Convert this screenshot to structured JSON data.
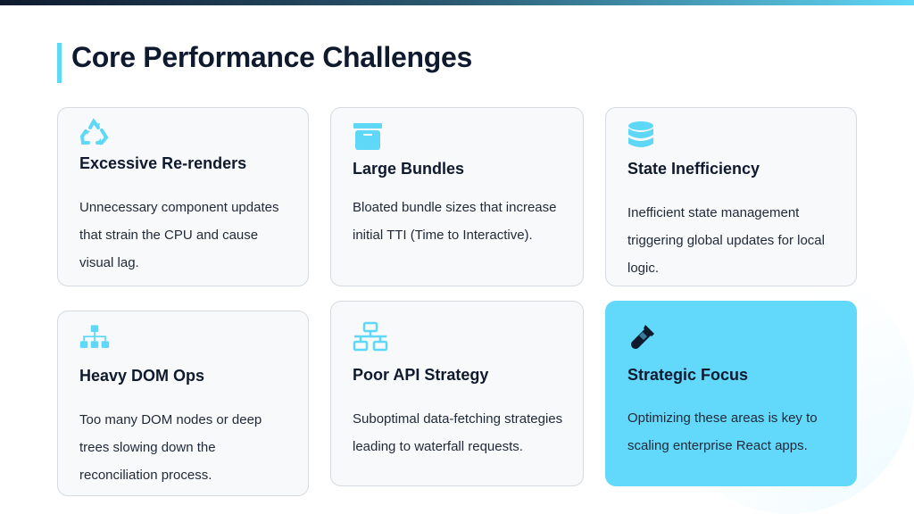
{
  "title": "Core Performance Challenges",
  "cards": [
    {
      "icon": "recycle-icon",
      "title": "Excessive Re-renders",
      "description": "Unnecessary component updates that strain the CPU and cause visual lag."
    },
    {
      "icon": "archive-box-icon",
      "title": "Large Bundles",
      "description": "Bloated bundle sizes that increase initial TTI (Time to Interactive)."
    },
    {
      "icon": "database-icon",
      "title": "State Inefficiency",
      "description": "Inefficient state management triggering global updates for local logic."
    },
    {
      "icon": "sitemap-icon",
      "title": "Heavy DOM Ops",
      "description": "Too many DOM nodes or deep trees slowing down the reconciliation process."
    },
    {
      "icon": "network-icon",
      "title": "Poor API Strategy",
      "description": "Suboptimal data-fetching strategies leading to waterfall requests."
    },
    {
      "icon": "test-tube-icon",
      "title": "Strategic Focus",
      "description": "Optimizing these areas is key to scaling enterprise React apps."
    }
  ],
  "colors": {
    "accent": "#5fd8f7",
    "highlight": "#62d9fb",
    "text": "#0f1a2e"
  }
}
